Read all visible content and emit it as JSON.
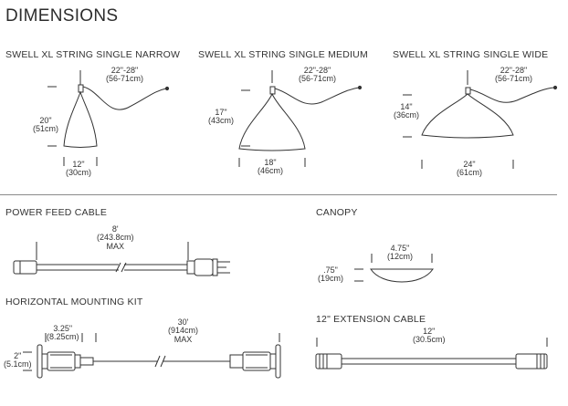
{
  "title": "DIMENSIONS",
  "pendants": [
    {
      "name": "SWELL XL STRING SINGLE NARROW",
      "cable": [
        "22\"-28\"",
        "(56-71cm)"
      ],
      "height": [
        "20\"",
        "(51cm)"
      ],
      "width": [
        "12\"",
        "(30cm)"
      ]
    },
    {
      "name": "SWELL XL STRING SINGLE MEDIUM",
      "cable": [
        "22\"-28\"",
        "(56-71cm)"
      ],
      "height": [
        "17\"",
        "(43cm)"
      ],
      "width": [
        "18\"",
        "(46cm)"
      ]
    },
    {
      "name": "SWELL XL STRING SINGLE WIDE",
      "cable": [
        "22\"-28\"",
        "(56-71cm)"
      ],
      "height": [
        "14\"",
        "(36cm)"
      ],
      "width": [
        "24\"",
        "(61cm)"
      ]
    }
  ],
  "power_feed": {
    "name": "POWER FEED CABLE",
    "length": [
      "8'",
      "(243.8cm)",
      "MAX"
    ]
  },
  "canopy": {
    "name": "CANOPY",
    "width": [
      "4.75\"",
      "(12cm)"
    ],
    "height": [
      ".75\"",
      "(19cm)"
    ]
  },
  "mounting_kit": {
    "name": "HORIZONTAL MOUNTING KIT",
    "offset": [
      "3.25\"",
      "(8.25cm)"
    ],
    "span": [
      "30'",
      "(914cm)",
      "MAX"
    ],
    "height": [
      "2\"",
      "(5.1cm)"
    ]
  },
  "extension": {
    "name": "12\" EXTENSION CABLE",
    "length": [
      "12\"",
      "(30.5cm)"
    ]
  }
}
